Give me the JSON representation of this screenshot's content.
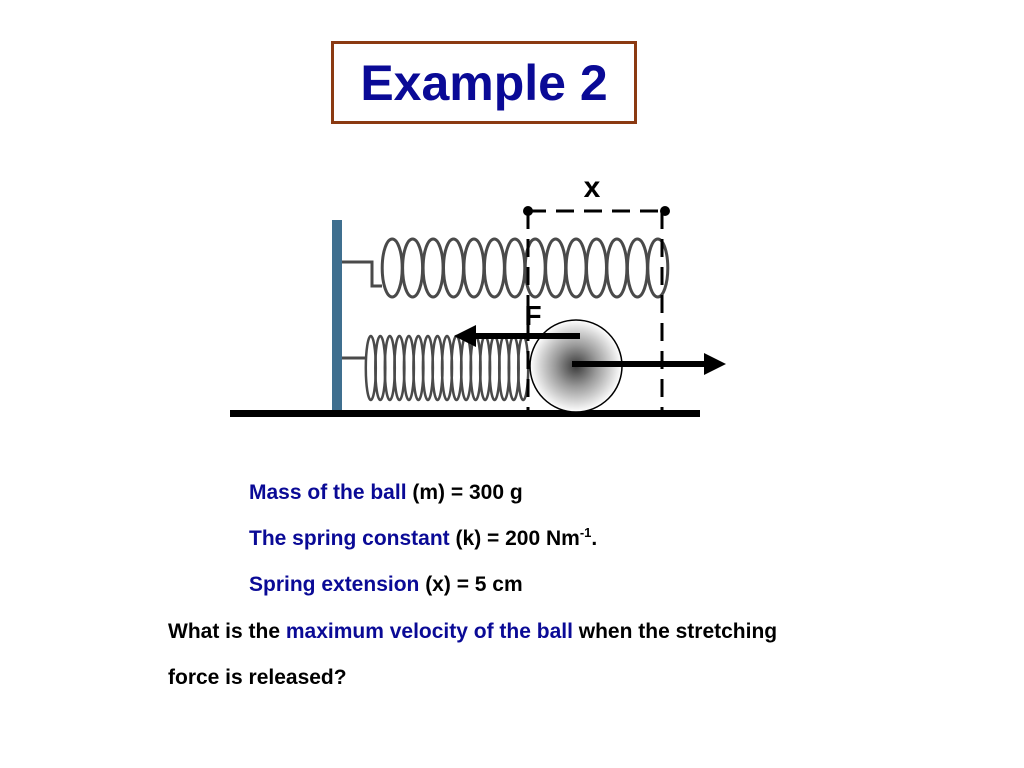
{
  "title": "Example 2",
  "diagram": {
    "extension_label": "x",
    "force_label": "F"
  },
  "given": [
    {
      "highlight": "Mass of the ball",
      "rest": " (m) = 300 g"
    },
    {
      "highlight": "The spring constant",
      "rest": " (k) = 200 Nm",
      "sup": "-1",
      "tail": "."
    },
    {
      "highlight": "Spring extension",
      "rest": " (x) = 5 cm"
    }
  ],
  "question": {
    "part1": "What is the ",
    "highlight": "maximum velocity of the ball",
    "part2": " when the stretching",
    "line2": "force is released?"
  },
  "colors": {
    "title": "#0a0a96",
    "title_border": "#8b3a12",
    "highlight": "#0a0a96",
    "text": "#000000"
  }
}
